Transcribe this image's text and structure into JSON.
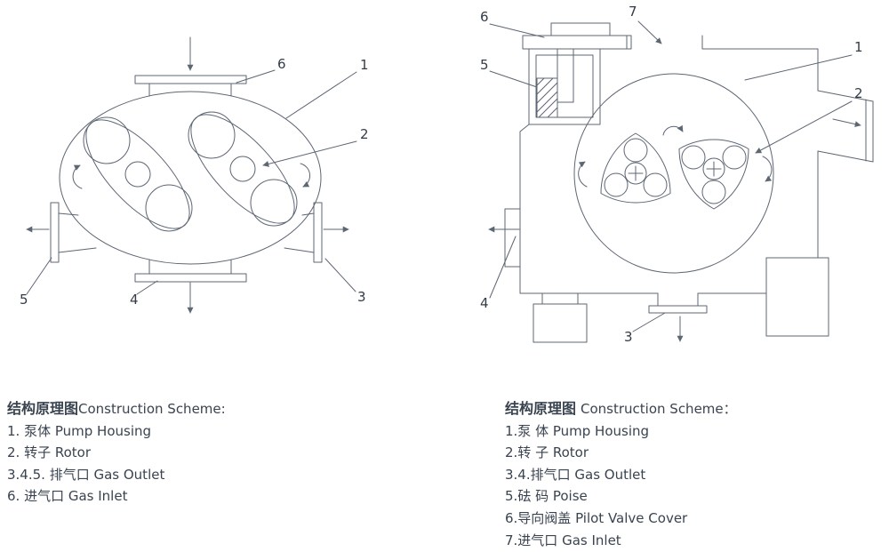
{
  "canvas": {
    "background": "#ffffff",
    "line_color": "#5d6673",
    "text_color": "#3a4350"
  },
  "left_figure": {
    "callouts": {
      "housing": "1",
      "rotor": "2",
      "outlet_right": "3",
      "outlet_bottom": "4",
      "outlet_left": "5",
      "inlet_top": "6"
    },
    "legend": {
      "title_zh": "结构原理图",
      "title_en": "Construction Scheme:",
      "items": [
        "1. 泵体 Pump Housing",
        "2. 转子 Rotor",
        "3.4.5. 排气口 Gas Outlet",
        "6. 进气口 Gas Inlet"
      ]
    }
  },
  "right_figure": {
    "callouts": {
      "housing": "1",
      "rotor": "2",
      "outlet_bottom": "3",
      "outlet_left": "4",
      "poise": "5",
      "pilot_valve_cover": "6",
      "inlet_top": "7"
    },
    "legend": {
      "title_zh": "结构原理图",
      "title_en": "Construction Scheme：",
      "items": [
        "1.泵 体 Pump Housing",
        "2.转 子 Rotor",
        "3.4.排气口 Gas Outlet",
        "5.砝 码 Poise",
        "6.导向阀盖 Pilot Valve Cover",
        "7.进气口 Gas Inlet"
      ]
    }
  }
}
